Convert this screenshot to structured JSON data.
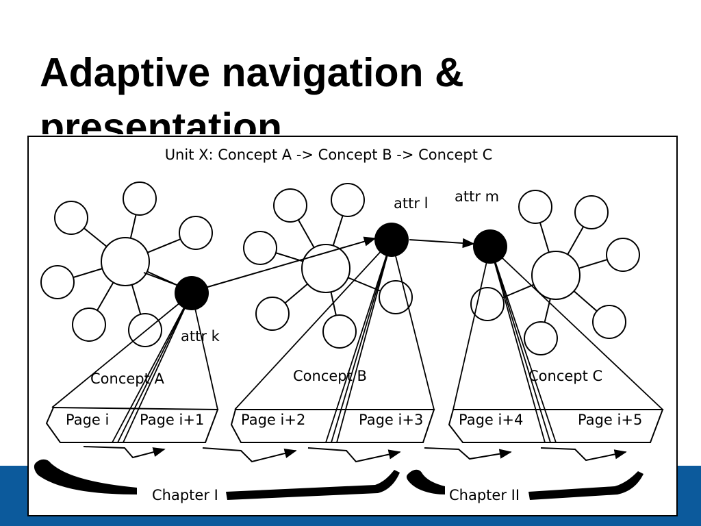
{
  "title": "Adaptive navigation & presentation",
  "colors": {
    "band": "#0c5a9c",
    "ink": "#000000",
    "background": "#ffffff"
  },
  "diagram": {
    "unit_label": "Unit X: Concept A -> Concept B -> Concept C",
    "attributes": {
      "k": "attr k",
      "l": "attr l",
      "m": "attr m"
    },
    "concepts": {
      "a": "Concept A",
      "b": "Concept B",
      "c": "Concept C"
    },
    "pages": {
      "p1": "Page i",
      "p2": "Page i+1",
      "p3": "Page i+2",
      "p4": "Page i+3",
      "p5": "Page i+4",
      "p6": "Page i+5"
    },
    "chapters": {
      "one": "Chapter I",
      "two": "Chapter II"
    }
  }
}
